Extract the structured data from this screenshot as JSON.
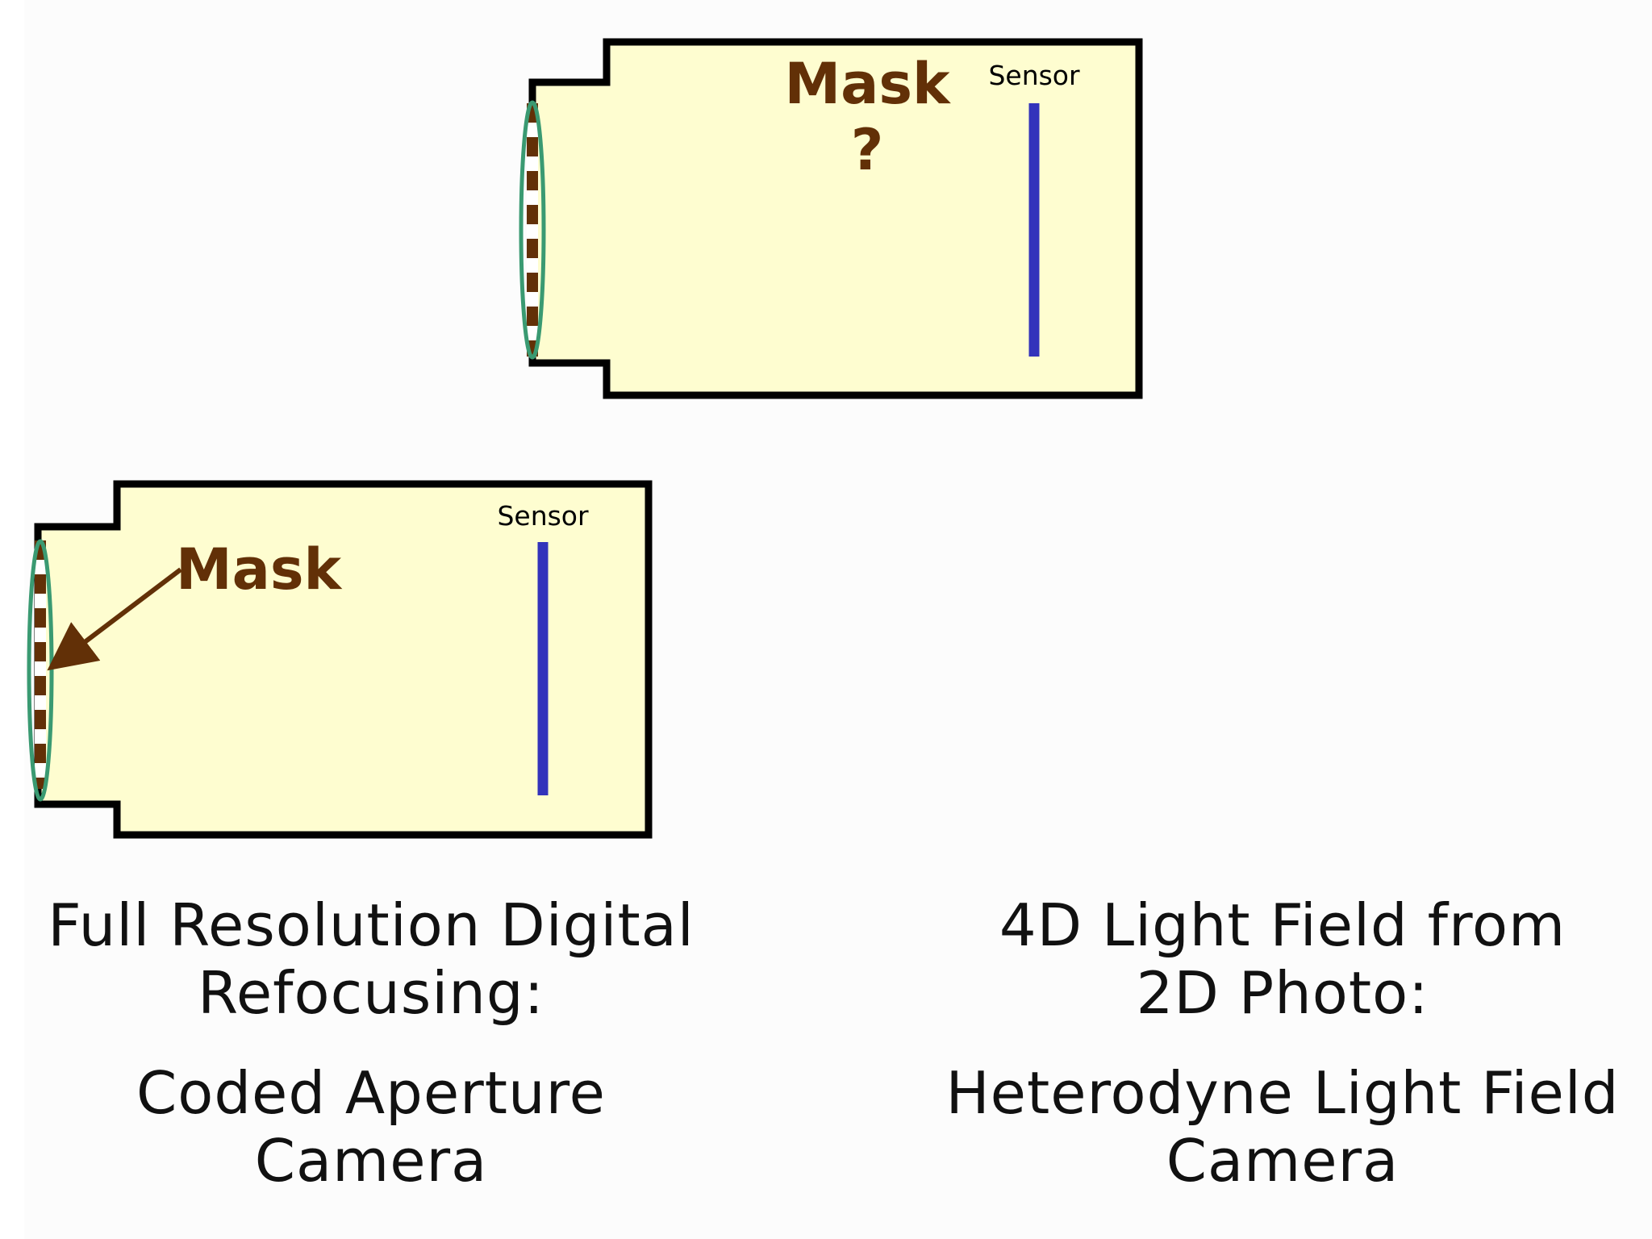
{
  "top_camera": {
    "mask_label": "Mask",
    "mask_question": "?",
    "sensor_label": "Sensor"
  },
  "bottom_camera": {
    "mask_label": "Mask",
    "sensor_label": "Sensor"
  },
  "captions": {
    "left": {
      "line1": "Full Resolution Digital",
      "line2": "Refocusing:",
      "line3": "Coded Aperture Camera"
    },
    "right": {
      "line1": "4D Light Field from",
      "line2": "2D Photo:",
      "line3": "Heterodyne Light Field",
      "line4": "Camera"
    }
  },
  "colors": {
    "camera_body": "#fefdd0",
    "outline": "#000000",
    "mask": "#623007",
    "lens": "#3a9a72",
    "sensor": "#3333bb",
    "label_text": "#623007"
  }
}
